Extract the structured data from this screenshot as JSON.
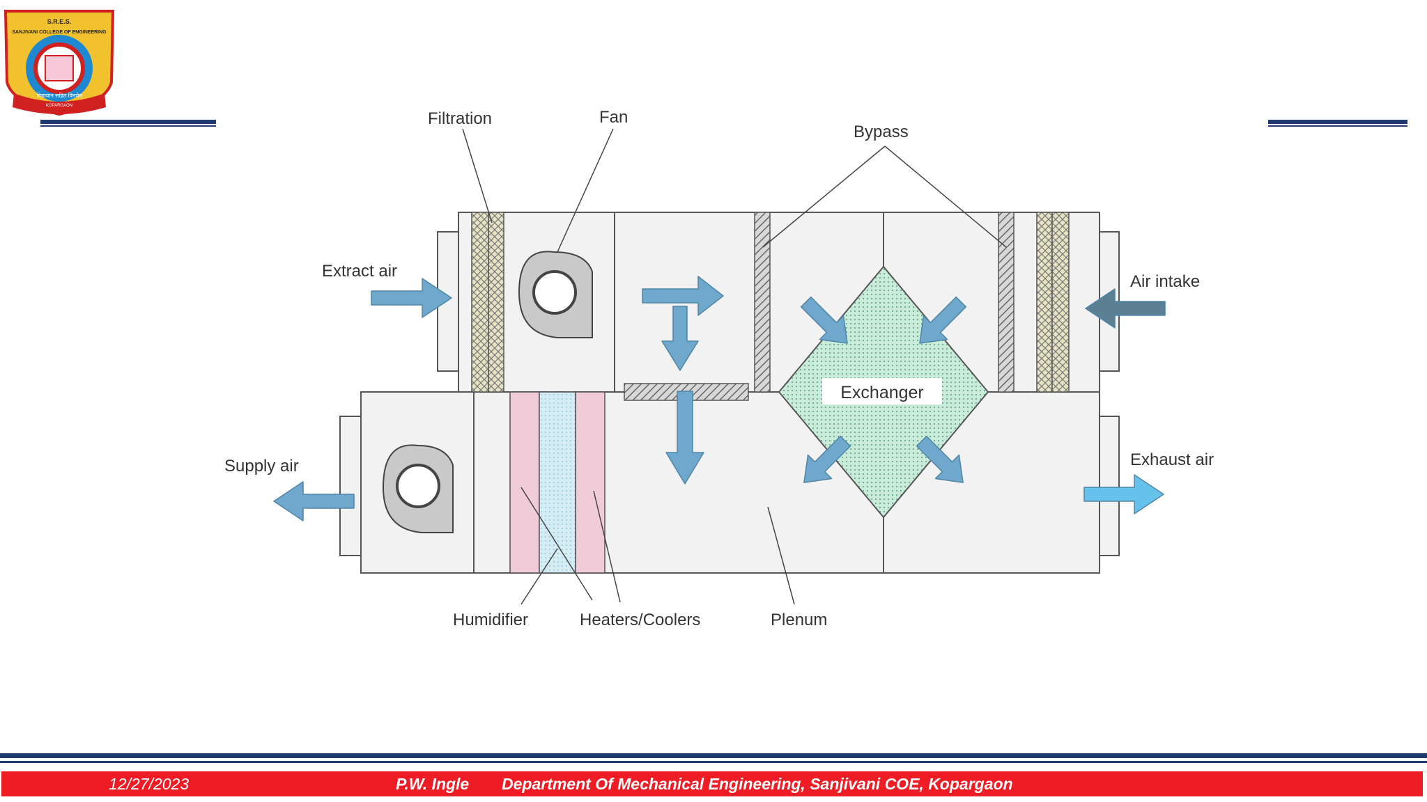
{
  "logo": {
    "icon": "college-emblem-icon",
    "top_text": "S.R.E.S.",
    "name_text": "SANJIVANI COLLEGE OF ENGINEERING",
    "motto_text": "विद्यावान सहित विनयेन",
    "place_text": "KOPARGAON"
  },
  "diagram": {
    "labels": {
      "filtration": "Filtration",
      "fan": "Fan",
      "bypass": "Bypass",
      "extract_air": "Extract air",
      "air_intake": "Air intake",
      "exchanger": "Exchanger",
      "supply_air": "Supply air",
      "exhaust_air": "Exhaust air",
      "humidifier": "Humidifier",
      "heaters_coolers": "Heaters/Coolers",
      "plenum": "Plenum"
    },
    "colors": {
      "arrow": "#6fa8cc",
      "arrow_dark": "#5b8094",
      "arrow_light": "#66c2ea",
      "duct_fill": "#f2f2f2",
      "duct_stroke": "#555555",
      "exchanger_fill": "#c8ecd9",
      "heater_fill": "#f0ccd8",
      "humidifier_fill": "#d4ecf4",
      "filter_fill": "#e6e3c4"
    }
  },
  "footer": {
    "date": "12/27/2023",
    "author": "P.W. Ingle",
    "department": "Department Of Mechanical Engineering,  Sanjivani COE, Kopargaon",
    "background": "#ee1c25"
  },
  "header_lines_color": "#1f3a73"
}
